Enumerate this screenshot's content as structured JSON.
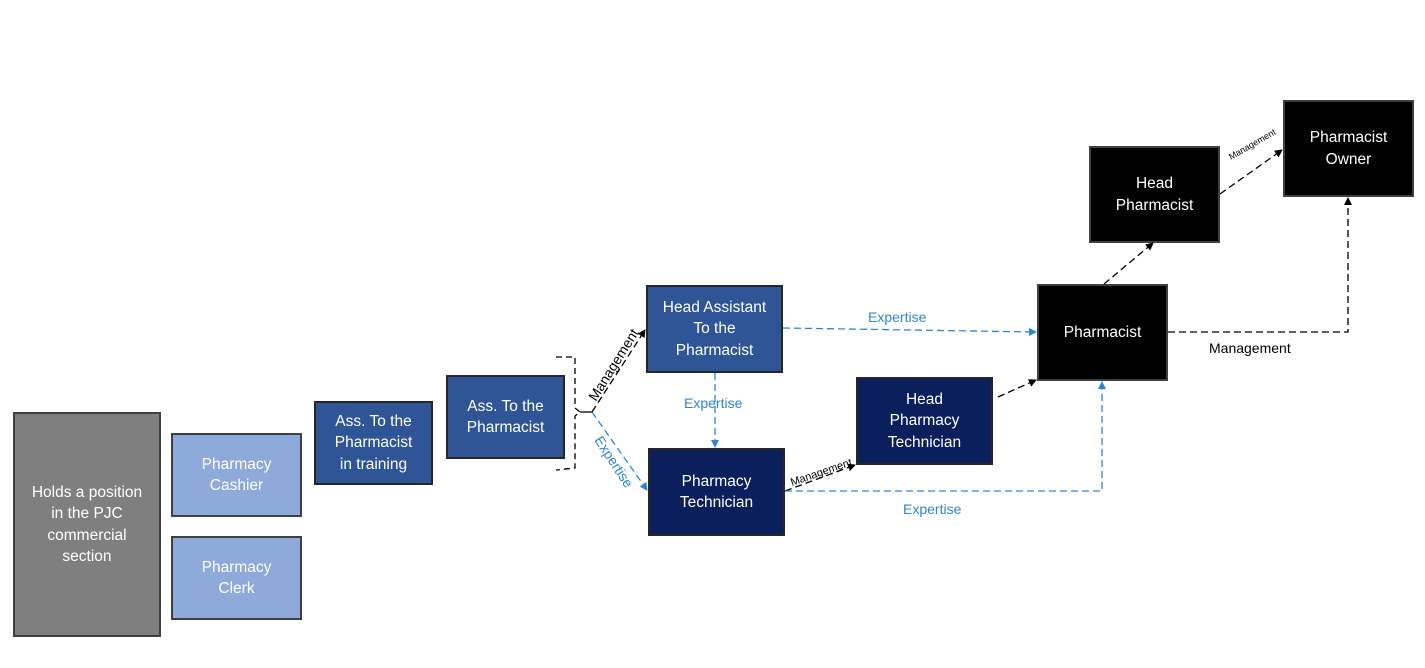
{
  "title": "Pharmacy career path diagram",
  "colors": {
    "management_line": "#000000",
    "expertise_line": "#2e86d1",
    "level_entry": "#7f7f7f",
    "level_clerk": "#8eaadb",
    "level_assistant": "#2f5597",
    "level_technician": "#0b1f5c",
    "level_pharmacist": "#000000"
  },
  "nodes": {
    "pjc": "Holds a position\nin the PJC\ncommercial\nsection",
    "cashier": "Pharmacy\nCashier",
    "clerk": "Pharmacy\nClerk",
    "assistant_training": "Ass. To the\nPharmacist\nin training",
    "assistant": "Ass. To the\nPharmacist",
    "head_assistant": "Head Assistant\nTo the\nPharmacist",
    "technician": "Pharmacy\nTechnician",
    "head_technician": "Head\nPharmacy\nTechnician",
    "pharmacist": "Pharmacist",
    "head_pharmacist": "Head\nPharmacist",
    "owner": "Pharmacist\nOwner"
  },
  "edges": [
    {
      "from": "assistant",
      "to": "head_assistant",
      "label": "Management",
      "type": "management"
    },
    {
      "from": "assistant",
      "to": "technician",
      "label": "Expertise",
      "type": "expertise"
    },
    {
      "from": "head_assistant",
      "to": "technician",
      "label": "Expertise",
      "type": "expertise"
    },
    {
      "from": "head_assistant",
      "to": "pharmacist",
      "label": "Expertise",
      "type": "expertise"
    },
    {
      "from": "technician",
      "to": "head_technician",
      "label": "Management",
      "type": "management"
    },
    {
      "from": "technician",
      "to": "pharmacist",
      "label": "Expertise",
      "type": "expertise"
    },
    {
      "from": "head_technician",
      "to": "pharmacist",
      "label": "",
      "type": "management"
    },
    {
      "from": "pharmacist",
      "to": "head_pharmacist",
      "label": "",
      "type": "management"
    },
    {
      "from": "head_pharmacist",
      "to": "owner",
      "label": "Management",
      "type": "management"
    },
    {
      "from": "pharmacist",
      "to": "owner",
      "label": "Management",
      "type": "management"
    }
  ],
  "labels": {
    "mgmt_assistant": "Management",
    "exp_assistant": "Expertise",
    "exp_head_assistant_down": "Expertise",
    "exp_head_assistant_right": "Expertise",
    "mgmt_technician": "Management",
    "exp_technician": "Expertise",
    "mgmt_head_pharmacist": "Management",
    "mgmt_pharmacist_owner": "Management"
  }
}
